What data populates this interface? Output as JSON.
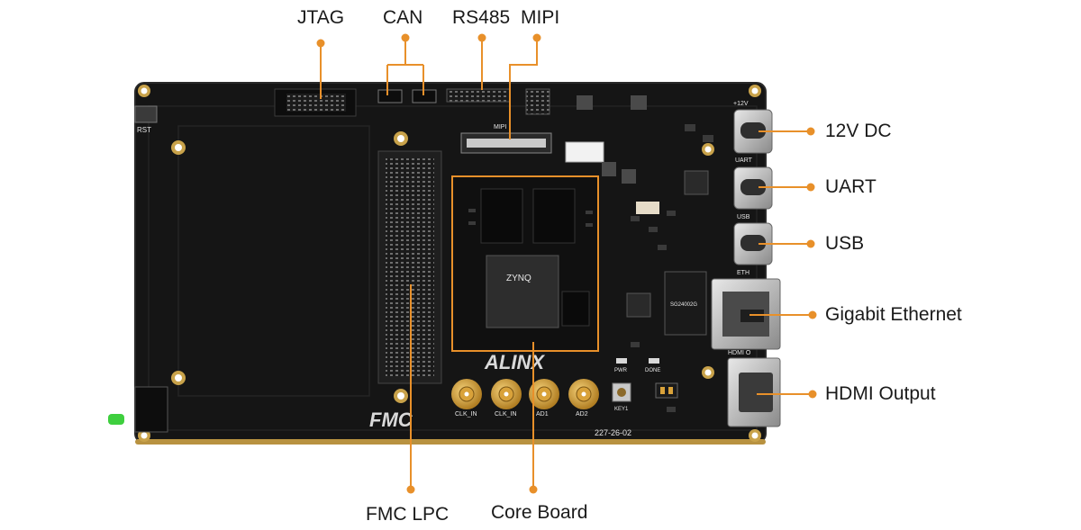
{
  "labels": {
    "jtag": "JTAG",
    "can": "CAN",
    "rs485": "RS485",
    "mipi": "MIPI",
    "dc12v": "12V DC",
    "uart": "UART",
    "usb": "USB",
    "gigabit_ethernet": "Gigabit Ethernet",
    "hdmi_output": "HDMI Output",
    "fmc_lpc": "FMC LPC",
    "core_board": "Core Board"
  },
  "board_silkscreen": {
    "brand": "ALINX",
    "fmc_logo": "FMC",
    "part_number": "227-26-02",
    "rst": "RST",
    "clk_in_1": "CLK_IN",
    "clk_in_2": "CLK_IN",
    "ad1": "AD1",
    "ad2": "AD2",
    "key1": "KEY1",
    "pwr": "PWR",
    "done": "DONE",
    "port_12v": "+12V",
    "port_uart": "UART",
    "port_usb": "USB",
    "port_eth": "ETH",
    "port_hdmi": "HDMI O",
    "mipi": "MIPI",
    "chip_brand": "ZYNQ",
    "eth_chip": "SG24002G"
  },
  "colors": {
    "accent": "#e8902a",
    "board": "#151515",
    "gold": "#c8a24a",
    "text": "#1a1a1a"
  }
}
